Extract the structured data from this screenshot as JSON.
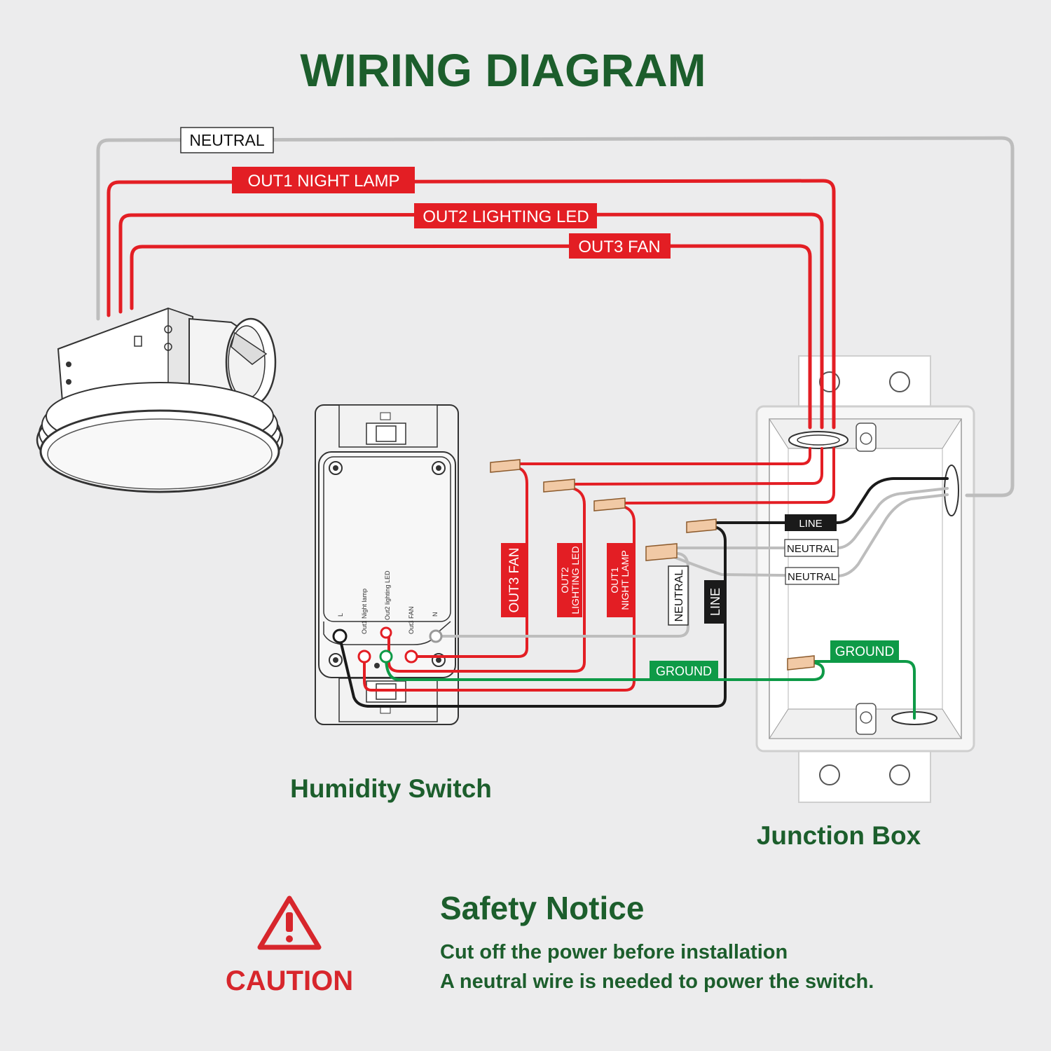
{
  "title": "WIRING DIAGRAM",
  "top_labels": {
    "neutral": "NEUTRAL",
    "out1": "OUT1 NIGHT LAMP",
    "out2": "OUT2 LIGHTING LED",
    "out3": "OUT3 FAN"
  },
  "vertical_labels": {
    "out3_fan": "OUT3 FAN",
    "out2_line1": "OUT2",
    "out2_line2": "LIGHTING LED",
    "out1_line1": "OUT1",
    "out1_line2": "NIGHT LAMP",
    "neutral": "NEUTRAL",
    "line": "LINE"
  },
  "switch_terminals": {
    "l": "L",
    "out1": "Out1 Night lamp",
    "out2": "Out2 lighting LED",
    "out3": "Out3 FAN",
    "n": "N"
  },
  "box_labels": {
    "line": "LINE",
    "neutral_1": "NEUTRAL",
    "neutral_2": "NEUTRAL",
    "ground_box": "GROUND",
    "ground_wire": "GROUND"
  },
  "captions": {
    "humidity_switch": "Humidity Switch",
    "junction_box": "Junction Box"
  },
  "safety": {
    "caution": "CAUTION",
    "heading": "Safety Notice",
    "line1": "Cut off the power before installation",
    "line2": "A neutral wire is needed to power the switch."
  },
  "colors": {
    "title_green": "#1c5e2c",
    "wire_red": "#e31e24",
    "wire_gray": "#bdbdbd",
    "wire_black": "#1a1a1a",
    "wire_green": "#0e9a47",
    "caution_red": "#d7262c"
  }
}
